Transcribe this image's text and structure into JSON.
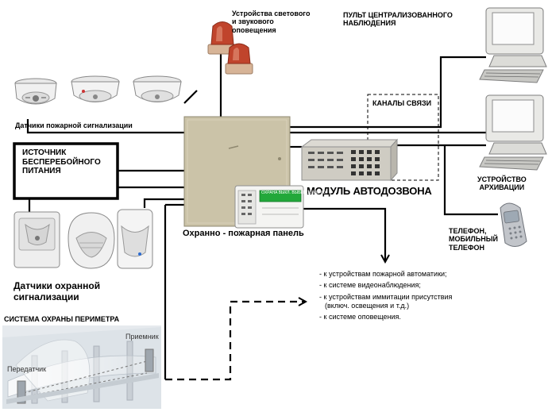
{
  "labels": {
    "fire_sensors": "Датчики пожарной сигнализации",
    "ups": "ИСТОЧНИК\nБЕСПЕРЕБОЙНОГО\nПИТАНИЯ",
    "security_sensors": "Датчики охранной\nсигнализации",
    "perimeter": "СИСТЕМА ОХРАНЫ ПЕРИМЕТРА",
    "transmitter": "Передатчик",
    "receiver": "Приемник",
    "panel": "Охранно - пожарная панель",
    "alarm_devices": "Устройства светового\nи звукового\nоповещения",
    "channels": "КАНАЛЫ СВЯЗИ",
    "autodial": "МОДУЛЬ АВТОДОЗВОНА",
    "central_console": "ПУЛЬТ ЦЕНТРАЛИЗОВАННОГО\nНАБЛЮДЕНИЯ",
    "archive": "УСТРОЙСТВО\nАРХИВАЦИИ",
    "phone": "ТЕЛЕФОН,\nМОБИЛЬНЫЙ\nТЕЛЕФОН",
    "keypad_screen": "OXPAHA ВЫКЛ.\nBЫБЕР. 10 МЕНЮ"
  },
  "notes": [
    "к устройствам пожарной автоматики;",
    "к системе видеонаблюдения;",
    "к устройствам иммитации присутствия (включ. освещения и т.д.)",
    "к системе оповещения."
  ],
  "colors": {
    "line": "#000000",
    "panel_fill": "#cbc3a8",
    "panel_edge": "#8f8870",
    "device_fill": "#eeeeee",
    "device_edge": "#8f8f8f",
    "siren_red": "#c0442c",
    "siren_base": "#d7b497",
    "lcd_green": "#22a83a",
    "perimeter_bg": "#e4e9ee"
  }
}
